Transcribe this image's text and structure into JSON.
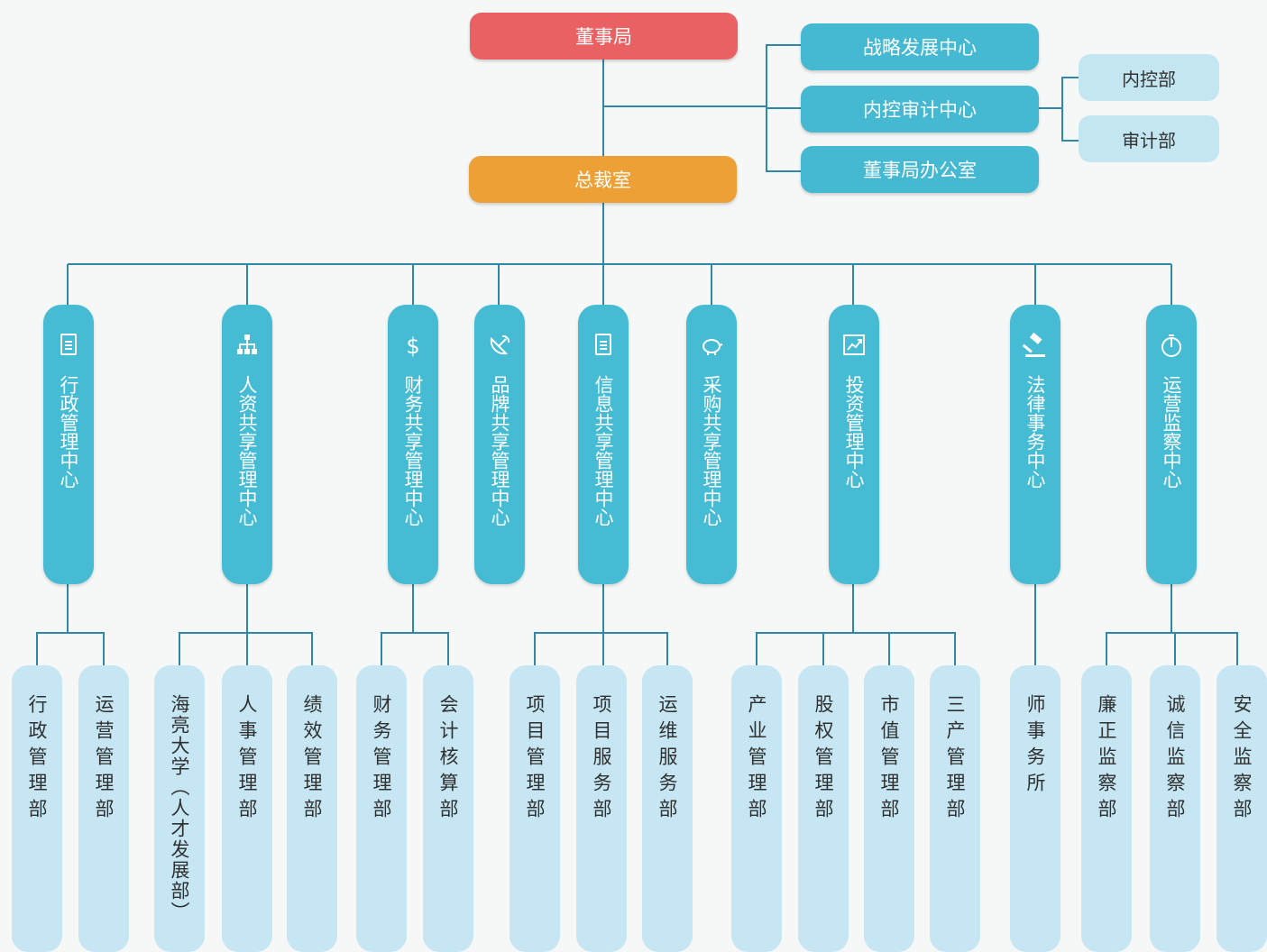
{
  "colors": {
    "board": "#e96163",
    "ceo": "#eca036",
    "center": "#45bcd4",
    "sub": "#c5e6f2",
    "line": "#2f88a8"
  },
  "top": {
    "board": "董事局",
    "ceo": "总裁室"
  },
  "board_side": {
    "strategy": "战略发展中心",
    "audit_center": "内控审计中心",
    "board_office": "董事局办公室",
    "internal_control": "内控部",
    "audit_dept": "审计部"
  },
  "centers": [
    {
      "label": "行政管理中心",
      "icon": "document-icon"
    },
    {
      "label": "人资共享管理中心",
      "icon": "org-chart-icon"
    },
    {
      "label": "财务共享管理中心",
      "icon": "dollar-icon"
    },
    {
      "label": "品牌共享管理中心",
      "icon": "satellite-dish-icon"
    },
    {
      "label": "信息共享管理中心",
      "icon": "document-icon"
    },
    {
      "label": "采购共享管理中心",
      "icon": "piggy-bank-icon"
    },
    {
      "label": "投资管理中心",
      "icon": "trend-chart-icon"
    },
    {
      "label": "法律事务中心",
      "icon": "gavel-icon"
    },
    {
      "label": "运营监察中心",
      "icon": "stopwatch-icon"
    }
  ],
  "departments": [
    "行政管理部",
    "运营管理部",
    "海亮大学（人才发展部）",
    "人事管理部",
    "绩效管理部",
    "财务管理部",
    "会计核算部",
    "项目管理部",
    "项目服务部",
    "运维服务部",
    "产业管理部",
    "股权管理部",
    "市值管理部",
    "三产管理部",
    "师事务所",
    "廉正监察部",
    "诚信监察部",
    "安全监察部"
  ]
}
